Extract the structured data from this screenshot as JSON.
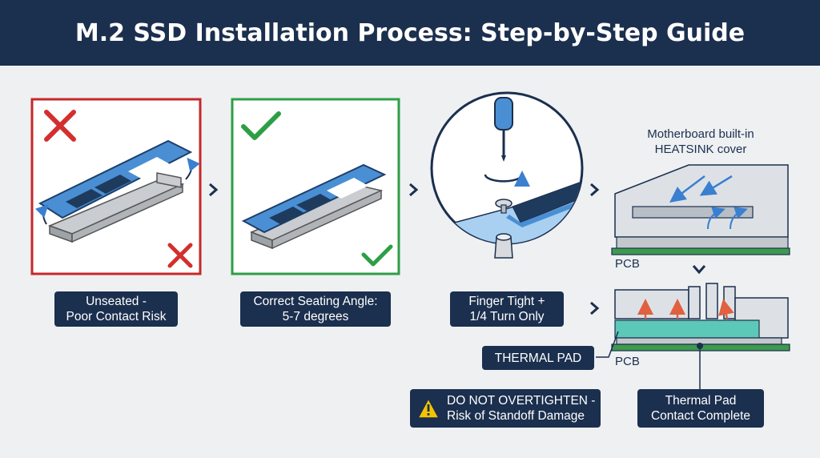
{
  "title": "M.2 SSD Installation Process: Step-by-Step Guide",
  "steps": {
    "unseated": {
      "line1": "Unseated -",
      "line2": "Poor Contact Risk"
    },
    "correct": {
      "line1": "Correct Seating Angle:",
      "line2": "5-7 degrees"
    },
    "screw": {
      "line1": "Finger Tight +",
      "line2": "1/4 Turn Only"
    },
    "heatsink": {
      "line1": "Motherboard built-in",
      "line2": "HEATSINK cover"
    },
    "complete": {
      "line1": "Thermal Pad",
      "line2": "Contact Complete"
    }
  },
  "labels": {
    "pcb_top": "PCB",
    "pcb_bottom": "PCB",
    "thermal_pad": "THERMAL PAD"
  },
  "warning": {
    "icon": "warning-triangle-icon",
    "line1": "DO NOT OVERTIGHTEN -",
    "line2": "Risk of Standoff Damage"
  },
  "colors": {
    "header": "#1b2f4e",
    "wrong": "#c62828",
    "right": "#2e9e46",
    "ssd": "#4a8fd4",
    "thermal_pad": "#5cc8b8",
    "pcb": "#3e9a4e",
    "heat_arrow": "#e06040",
    "warning": "#f5c400"
  }
}
